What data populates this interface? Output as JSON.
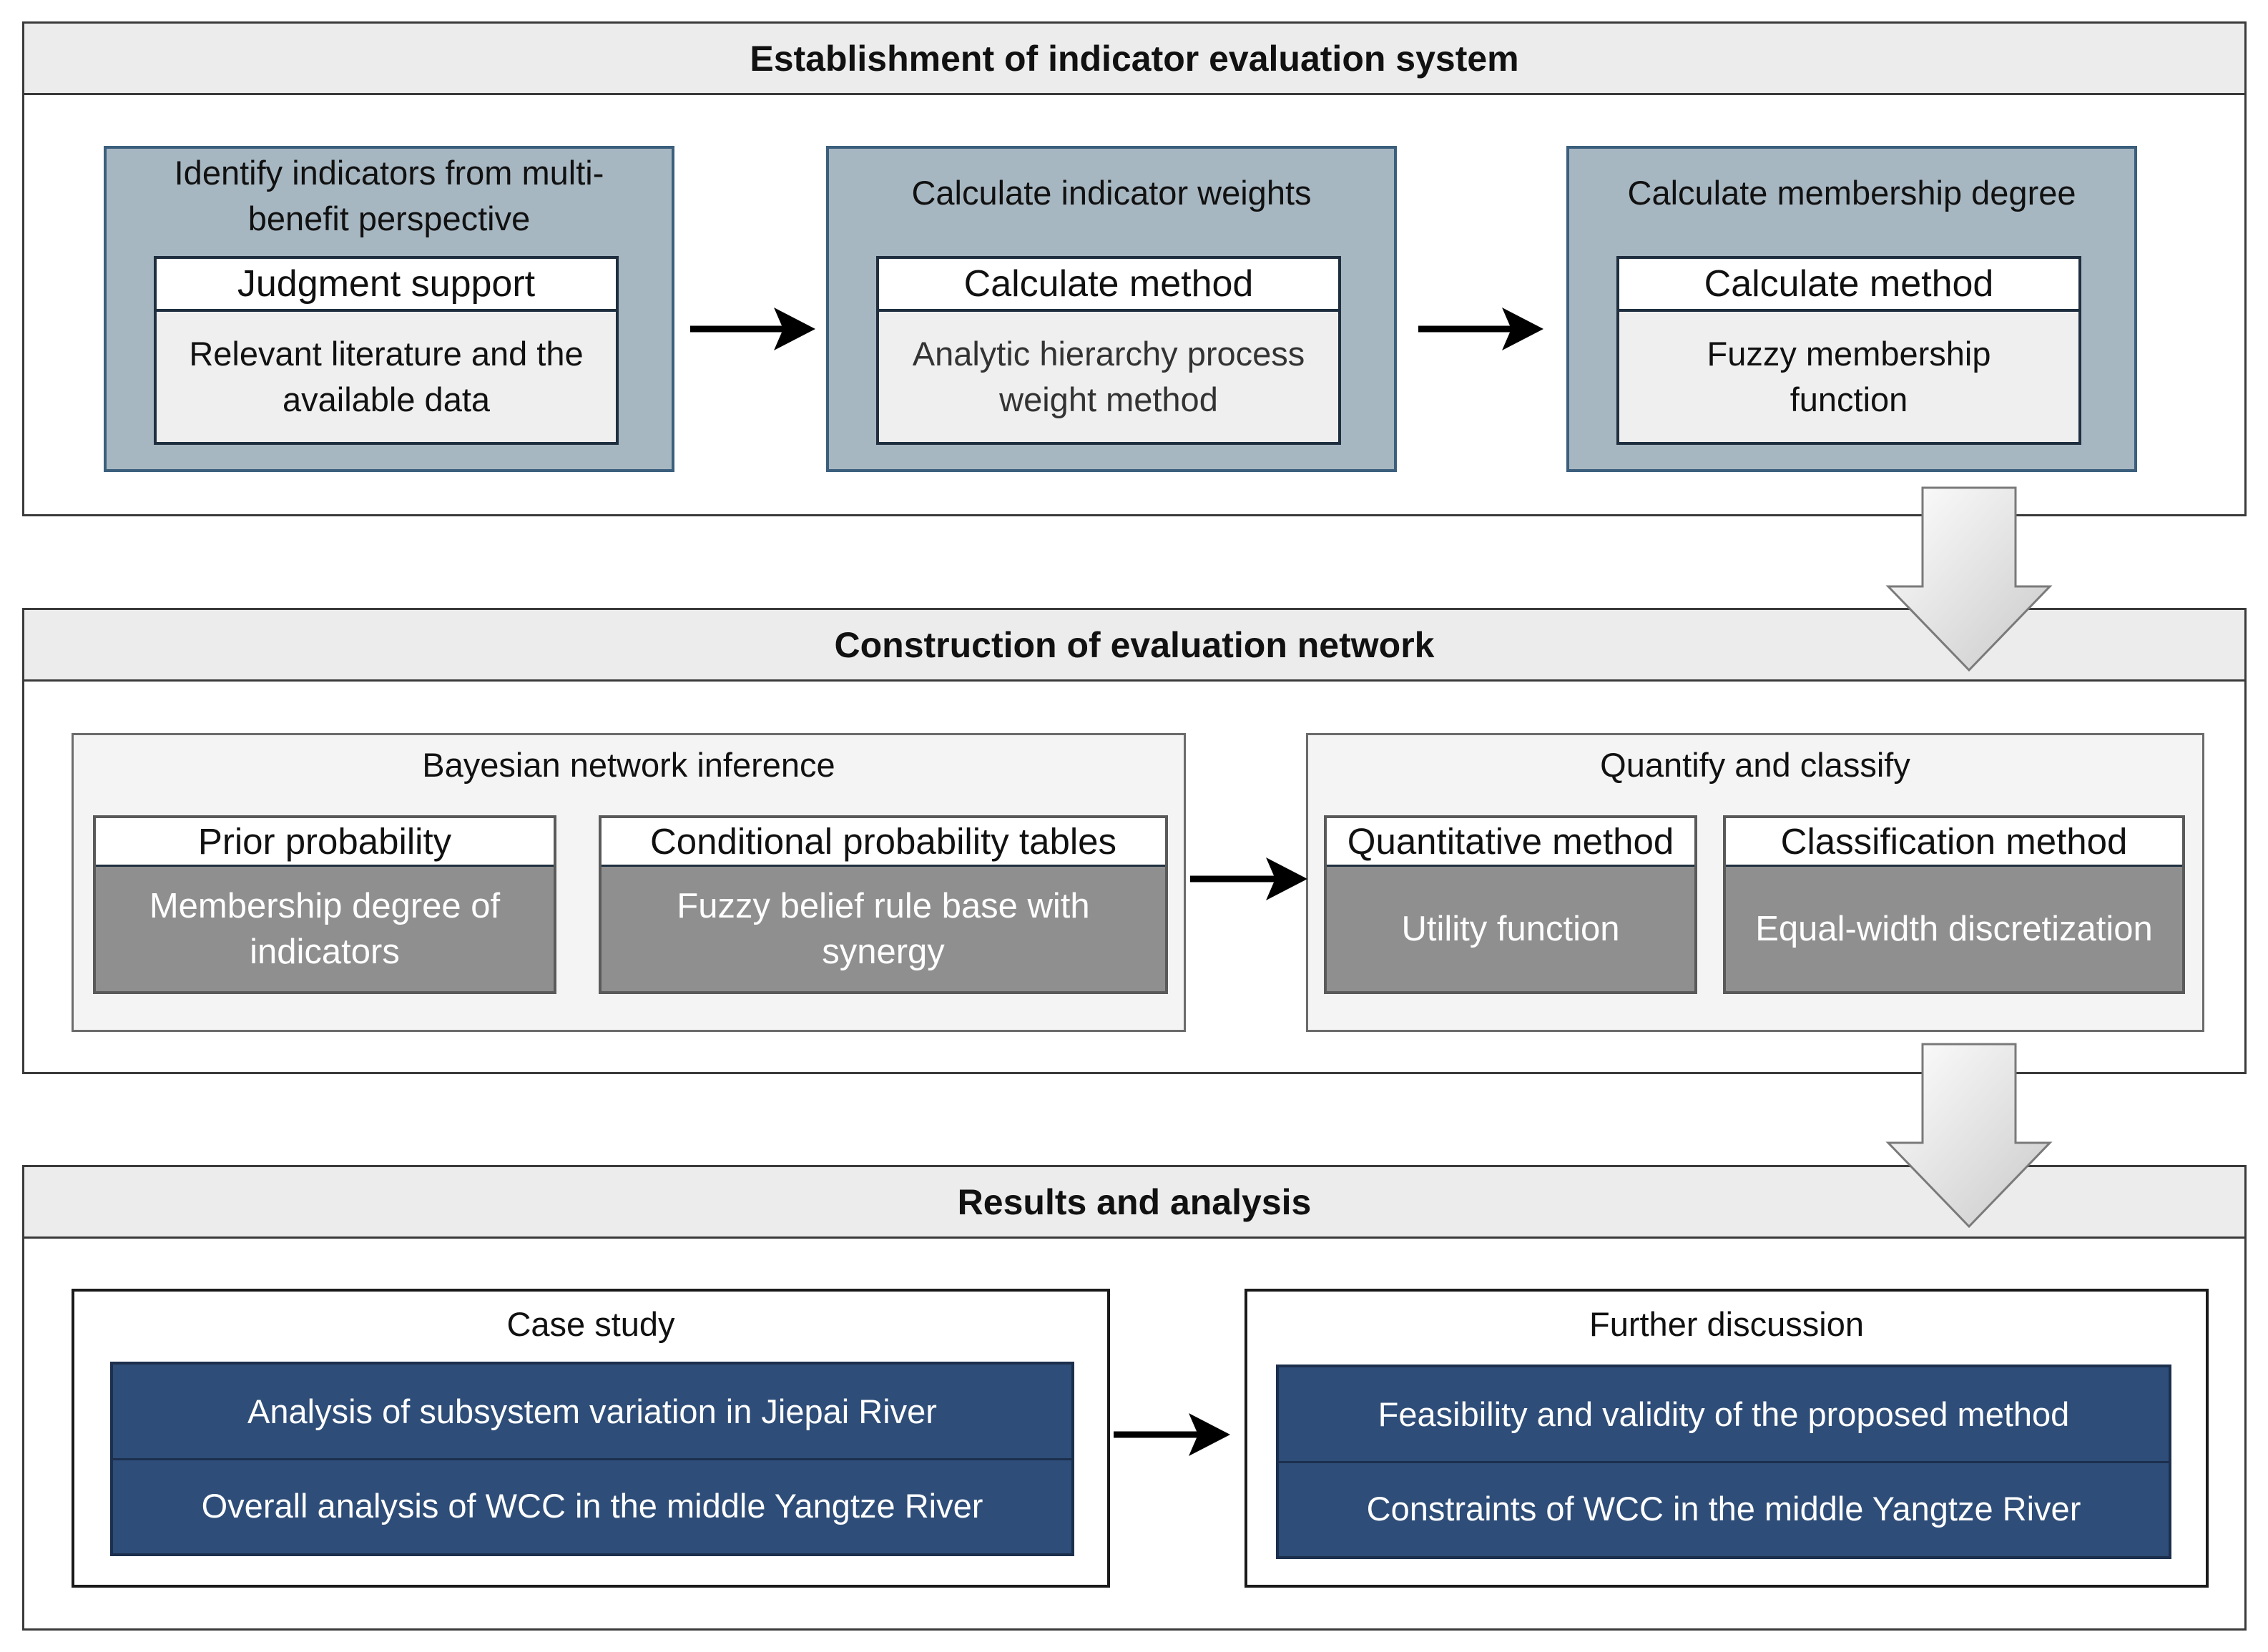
{
  "colors": {
    "section_header_bg": "#ececec",
    "step_bg": "#a7b7c2",
    "step_border": "#3b5f7d",
    "gray_box_bg": "#8f8f8f",
    "blue_box_bg": "#2e4d78"
  },
  "section1": {
    "title": "Establishment of indicator evaluation system",
    "steps": [
      {
        "title": "Identify indicators from multi-benefit perspective",
        "inner_head": "Judgment support",
        "inner_body": "Relevant literature and the available data"
      },
      {
        "title": "Calculate indicator weights",
        "inner_head": "Calculate method",
        "inner_body": "Analytic hierarchy process weight method"
      },
      {
        "title": "Calculate membership degree",
        "inner_head": "Calculate method",
        "inner_body": "Fuzzy membership function"
      }
    ]
  },
  "section2": {
    "title": "Construction of evaluation network",
    "groups": [
      {
        "title": "Bayesian network inference",
        "boxes": [
          {
            "head": "Prior probability",
            "body": "Membership degree of indicators"
          },
          {
            "head": "Conditional probability tables",
            "body": "Fuzzy belief rule base with synergy"
          }
        ]
      },
      {
        "title": "Quantify and classify",
        "boxes": [
          {
            "head": "Quantitative method",
            "body": "Utility function"
          },
          {
            "head": "Classification method",
            "body": "Equal-width discretization"
          }
        ]
      }
    ]
  },
  "section3": {
    "title": "Results and analysis",
    "groups": [
      {
        "title": "Case study",
        "items": [
          "Analysis of subsystem variation in Jiepai River",
          "Overall analysis of WCC in the middle Yangtze River"
        ]
      },
      {
        "title": "Further discussion",
        "items": [
          "Feasibility and validity of the proposed method",
          "Constraints of WCC in the middle Yangtze River"
        ]
      }
    ]
  }
}
